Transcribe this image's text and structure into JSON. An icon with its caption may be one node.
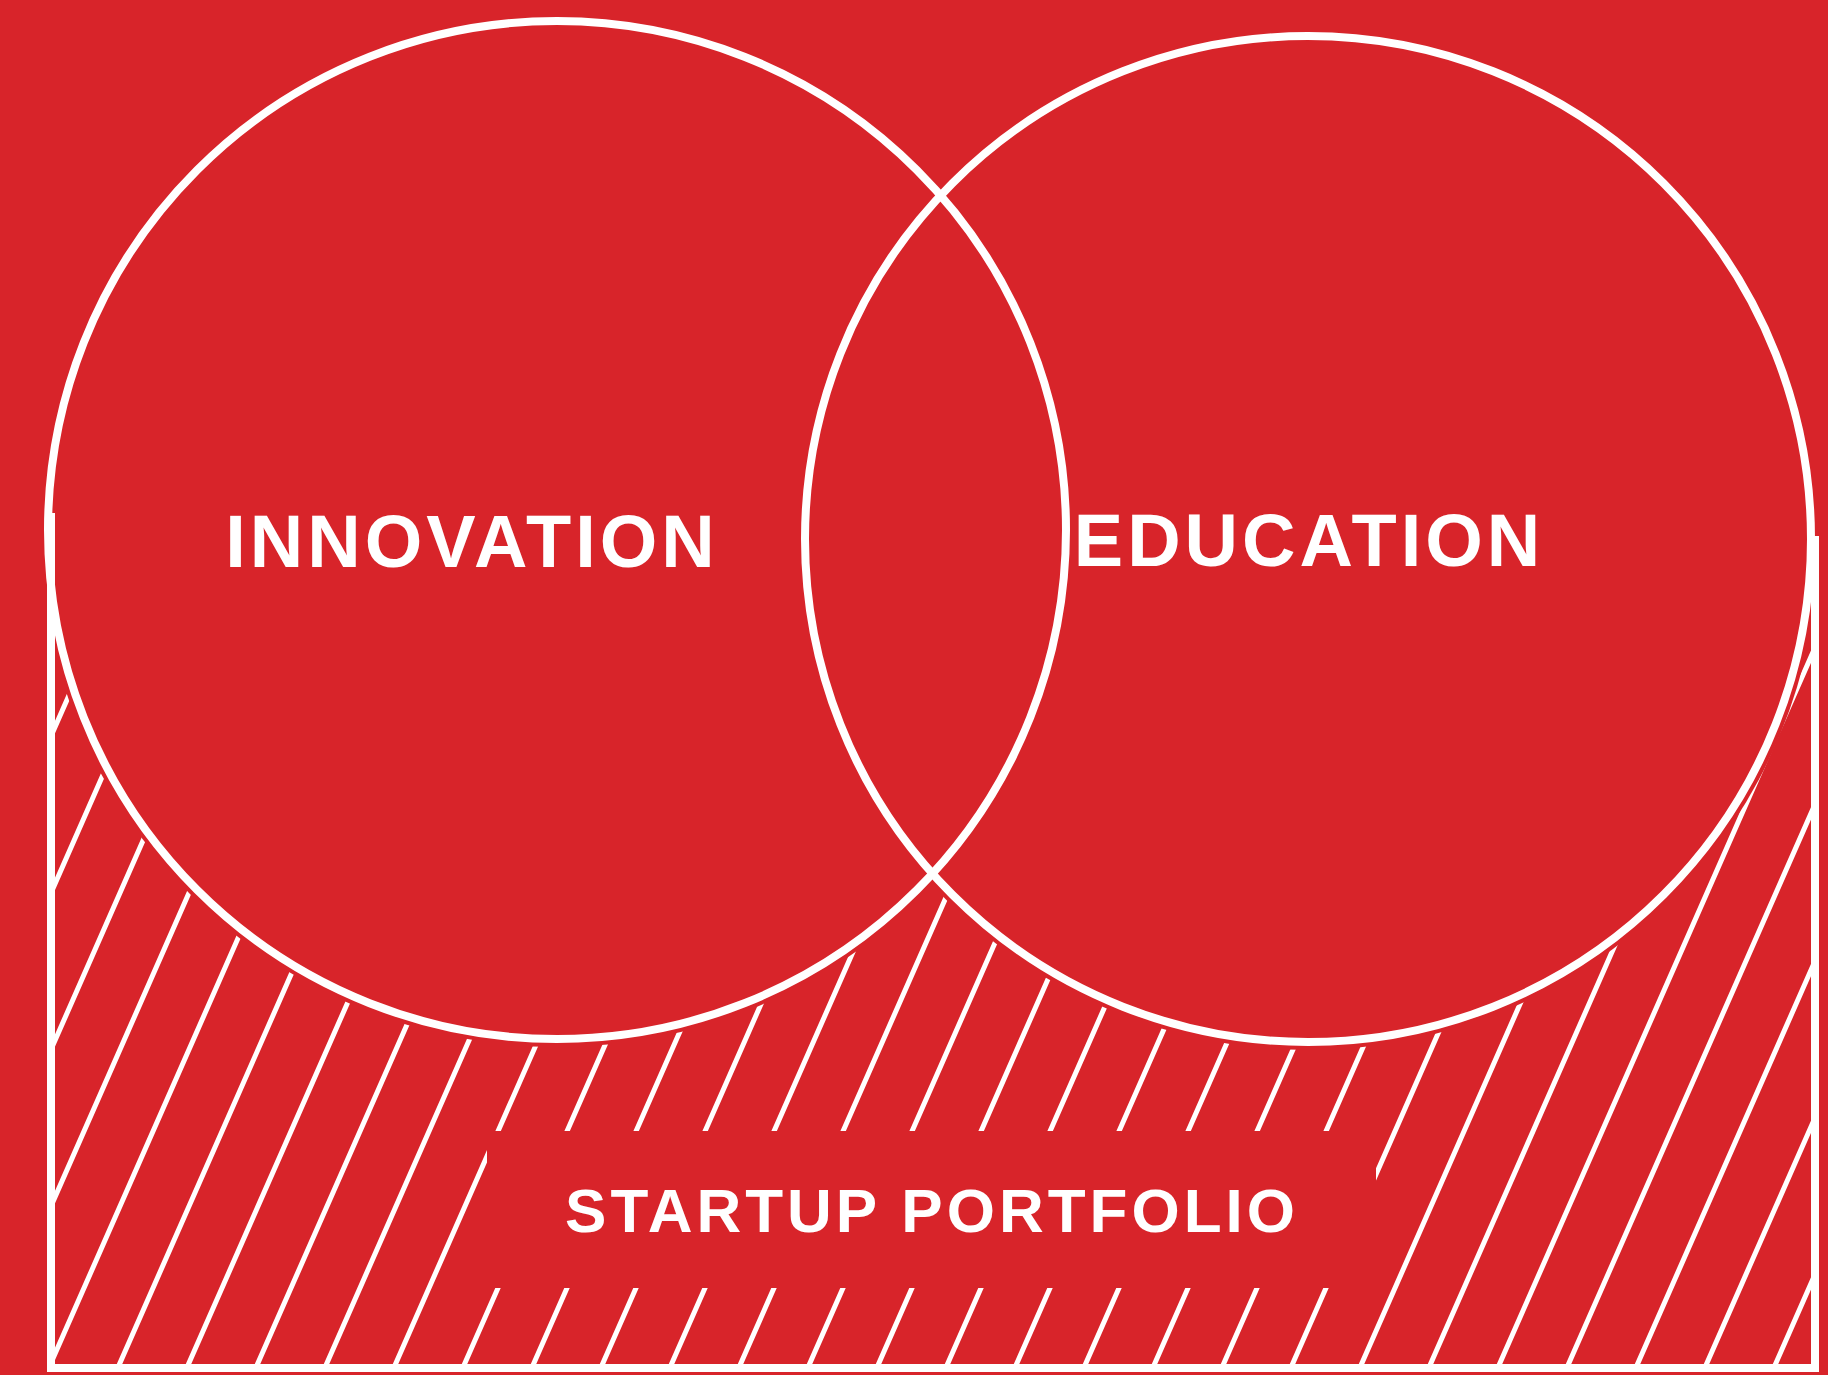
{
  "diagram": {
    "nodes": [
      {
        "text": [
          "INNOVATION"
        ]
      },
      {
        "text": [
          "EDUCATION"
        ]
      },
      {
        "text": [
          "STARTUP PORTFOLIO"
        ]
      }
    ],
    "edges": []
  }
}
